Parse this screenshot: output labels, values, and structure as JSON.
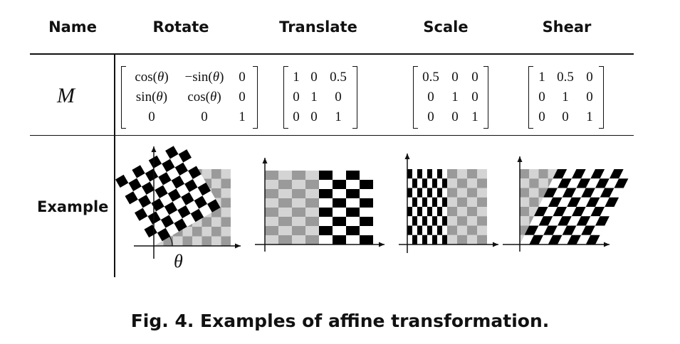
{
  "headers": {
    "name": "Name",
    "rotate": "Rotate",
    "translate": "Translate",
    "scale": "Scale",
    "shear": "Shear"
  },
  "rows": {
    "matrix_symbol": "M",
    "example_label": "Example"
  },
  "matrices": {
    "rotate": [
      [
        "cos(θ)",
        "−sin(θ)",
        "0"
      ],
      [
        "sin(θ)",
        "cos(θ)",
        "0"
      ],
      [
        "0",
        "0",
        "1"
      ]
    ],
    "translate": [
      [
        "1",
        "0",
        "0.5"
      ],
      [
        "0",
        "1",
        "0"
      ],
      [
        "0",
        "0",
        "1"
      ]
    ],
    "scale": [
      [
        "0.5",
        "0",
        "0"
      ],
      [
        "0",
        "1",
        "0"
      ],
      [
        "0",
        "0",
        "1"
      ]
    ],
    "shear": [
      [
        "1",
        "0.5",
        "0"
      ],
      [
        "0",
        "1",
        "0"
      ],
      [
        "0",
        "0",
        "1"
      ]
    ]
  },
  "theta_label": "θ",
  "caption": "Fig. 4.  Examples of affine transformation.",
  "colors": {
    "dark": "#000000",
    "light": "#ffffff",
    "ghost_dark": "#9a9a9a",
    "ghost_light": "#d4d4d4"
  },
  "checkerboard": {
    "rows": 8,
    "cols": 8
  },
  "transforms": {
    "rotate_angle_deg": 30,
    "translate_x": 0.5,
    "scale_x": 0.5,
    "shear_x": 0.5
  }
}
